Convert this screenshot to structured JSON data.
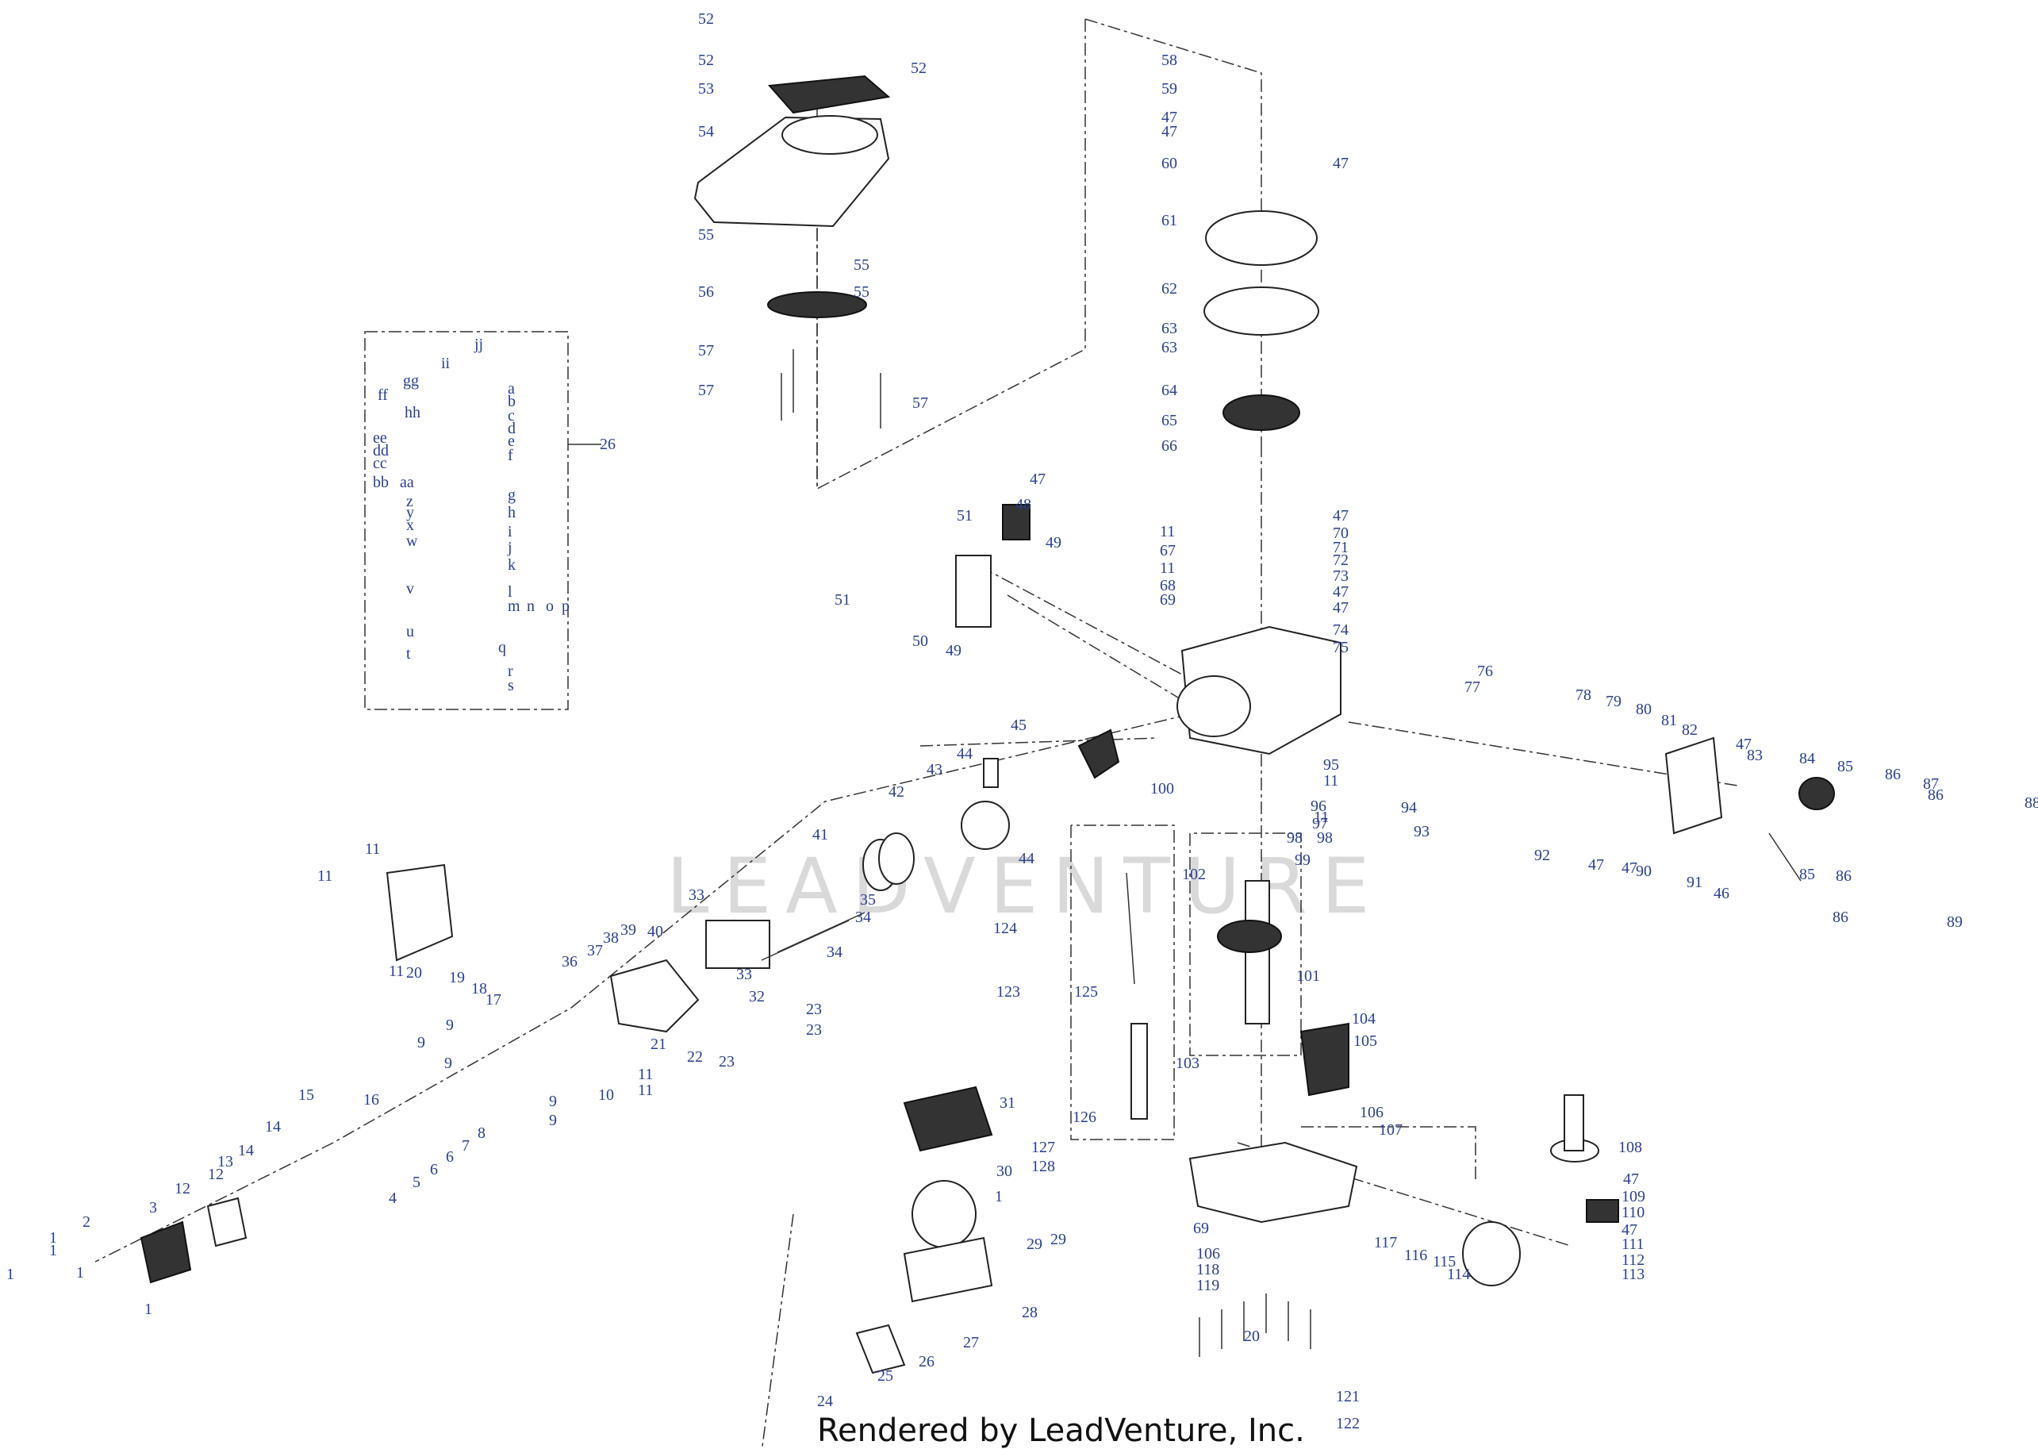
{
  "footer": {
    "text": "Rendered by LeadVenture, Inc."
  },
  "watermark": {
    "text": "LEADVENTURE"
  },
  "colors": {
    "callout": "#2a3f8f",
    "ink": "#222222",
    "watermark": "#d9d9d9"
  },
  "callouts": [
    "52",
    "52",
    "52",
    "53",
    "54",
    "55",
    "55",
    "55",
    "56",
    "57",
    "57",
    "57",
    "58",
    "59",
    "47",
    "47",
    "47",
    "60",
    "61",
    "62",
    "63",
    "63",
    "64",
    "65",
    "66",
    "47",
    "48",
    "49",
    "49",
    "50",
    "51",
    "51",
    "47",
    "70",
    "71",
    "72",
    "73",
    "47",
    "47",
    "74",
    "75",
    "11",
    "67",
    "11",
    "68",
    "69",
    "26",
    "ii",
    "jj",
    "gg",
    "hh",
    "ff",
    "a",
    "b",
    "c",
    "d",
    "e",
    "f",
    "ee",
    "dd",
    "cc",
    "bb",
    "aa",
    "z",
    "y",
    "x",
    "w",
    "g",
    "h",
    "i",
    "j",
    "k",
    "v",
    "l",
    "m",
    "n",
    "o",
    "p",
    "q",
    "u",
    "t",
    "r",
    "s",
    "76",
    "77",
    "78",
    "79",
    "80",
    "81",
    "82",
    "47",
    "83",
    "84",
    "85",
    "86",
    "87",
    "86",
    "88",
    "45",
    "44",
    "43",
    "42",
    "44",
    "41",
    "95",
    "11",
    "96",
    "94",
    "11",
    "93",
    "100",
    "97",
    "98",
    "98",
    "99",
    "92",
    "47",
    "47",
    "90",
    "91",
    "46",
    "85",
    "86",
    "86",
    "89",
    "33",
    "35",
    "34",
    "33",
    "34",
    "11",
    "11",
    "11",
    "20",
    "19",
    "18",
    "17",
    "36",
    "37",
    "38",
    "39",
    "40",
    "32",
    "21",
    "22",
    "23",
    "23",
    "23",
    "10",
    "11",
    "11",
    "9",
    "9",
    "9",
    "9",
    "9",
    "16",
    "15",
    "14",
    "14",
    "13",
    "12",
    "12",
    "8",
    "7",
    "6",
    "6",
    "5",
    "4",
    "3",
    "2",
    "1",
    "1",
    "1",
    "1",
    "1",
    "102",
    "124",
    "123",
    "125",
    "101",
    "104",
    "105",
    "103",
    "106",
    "126",
    "31",
    "30",
    "1",
    "28",
    "29",
    "29",
    "27",
    "26",
    "25",
    "24",
    "127",
    "128",
    "107",
    "108",
    "47",
    "109",
    "110",
    "47",
    "111",
    "112",
    "113",
    "69",
    "106",
    "118",
    "119",
    "117",
    "116",
    "115",
    "114",
    "20",
    "121",
    "122"
  ]
}
